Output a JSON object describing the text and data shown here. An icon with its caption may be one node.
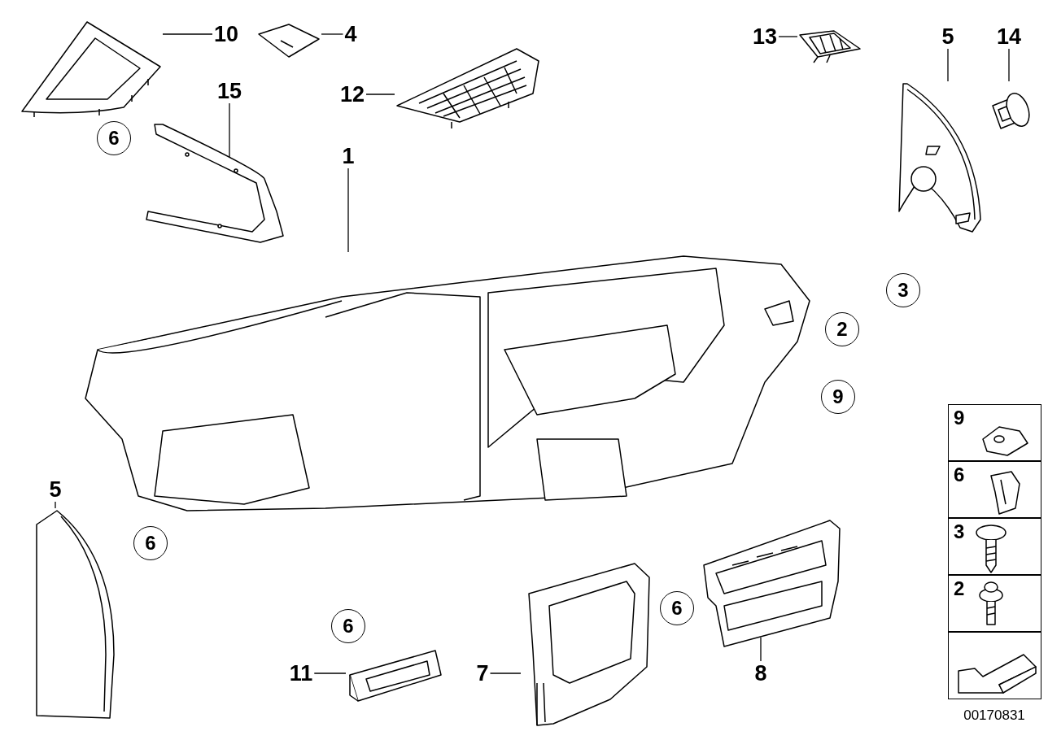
{
  "diagram": {
    "nodes": [
      {
        "text": [
          "10"
        ]
      },
      {
        "text": [],
        "shape": "picture"
      },
      {
        "text": [
          "4"
        ]
      },
      {
        "text": [],
        "shape": "picture"
      },
      {
        "text": [
          "12"
        ]
      },
      {
        "text": [],
        "shape": "picture"
      },
      {
        "text": [
          "13"
        ]
      },
      {
        "text": [],
        "shape": "picture"
      },
      {
        "text": [
          "5"
        ]
      },
      {
        "text": [],
        "shape": "picture"
      },
      {
        "text": [
          "14"
        ]
      },
      {
        "text": [],
        "shape": "picture"
      },
      {
        "text": [
          "15"
        ]
      },
      {
        "text": [],
        "shape": "picture"
      },
      {
        "text": [
          "6"
        ]
      },
      {
        "text": [
          "1"
        ]
      },
      {
        "text": [],
        "shape": "picture"
      },
      {
        "text": [
          "3"
        ]
      },
      {
        "text": [
          "2"
        ]
      },
      {
        "text": [
          "9"
        ]
      },
      {
        "text": [
          "5"
        ]
      },
      {
        "text": [],
        "shape": "picture"
      },
      {
        "text": [
          "6"
        ]
      },
      {
        "text": [
          "6"
        ]
      },
      {
        "text": [
          "11"
        ]
      },
      {
        "text": [],
        "shape": "picture"
      },
      {
        "text": [
          "7"
        ]
      },
      {
        "text": [],
        "shape": "picture"
      },
      {
        "text": [
          "6"
        ]
      },
      {
        "text": [
          "8"
        ]
      },
      {
        "text": [],
        "shape": "picture"
      },
      {
        "text": [
          "9"
        ]
      },
      {
        "text": [
          "6"
        ]
      },
      {
        "text": [
          "3"
        ]
      },
      {
        "text": [
          "2"
        ]
      },
      {
        "text": [],
        "shape": "box"
      }
    ],
    "edges": [
      {
        "from": 0,
        "to": 1,
        "arrow": "none"
      },
      {
        "from": 2,
        "to": 3,
        "arrow": "none"
      },
      {
        "from": 4,
        "to": 5,
        "arrow": "none"
      },
      {
        "from": 6,
        "to": 7,
        "arrow": "none"
      },
      {
        "from": 8,
        "to": 9,
        "arrow": "none"
      },
      {
        "from": 10,
        "to": 11,
        "arrow": "none"
      },
      {
        "from": 12,
        "to": 13,
        "arrow": "none"
      },
      {
        "from": 15,
        "to": 16,
        "arrow": "none"
      },
      {
        "from": 20,
        "to": 21,
        "arrow": "none"
      },
      {
        "from": 24,
        "to": 25,
        "arrow": "none"
      },
      {
        "from": 26,
        "to": 27,
        "arrow": "none"
      },
      {
        "from": 29,
        "to": 30,
        "arrow": "none"
      }
    ],
    "labels": [
      "00170831"
    ]
  }
}
